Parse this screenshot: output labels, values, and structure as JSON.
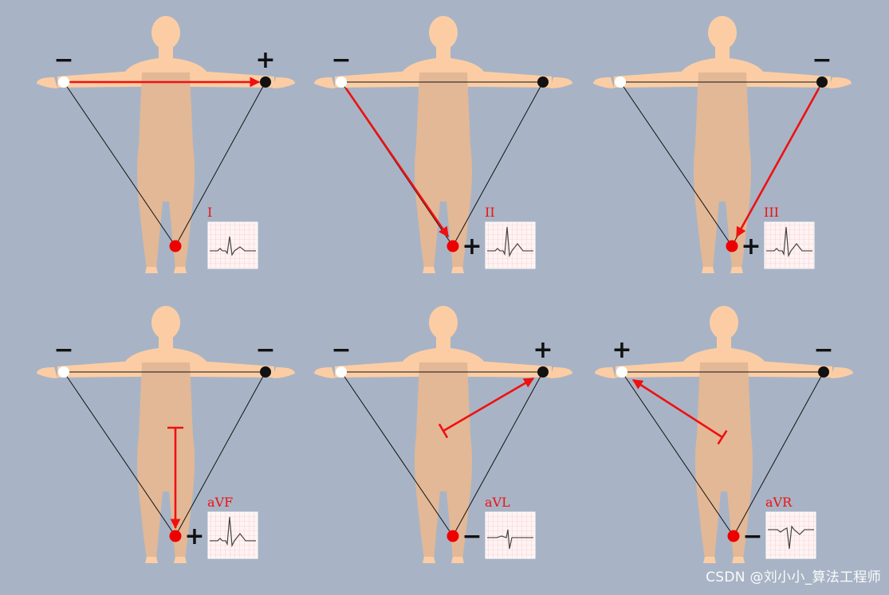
{
  "panels": [
    {
      "lead": "I",
      "left_sign": "−",
      "right_sign": "+",
      "foot_sign": "",
      "vector": "LA_to_RA",
      "ecg": "upright_small"
    },
    {
      "lead": "II",
      "left_sign": "−",
      "right_sign": "",
      "foot_sign": "+",
      "vector": "RA_to_LL",
      "ecg": "upright_tall"
    },
    {
      "lead": "III",
      "left_sign": "",
      "right_sign": "−",
      "foot_sign": "+",
      "vector": "LA_to_LL",
      "ecg": "upright_tall"
    },
    {
      "lead": "aVF",
      "left_sign": "−",
      "right_sign": "−",
      "foot_sign": "+",
      "vector": "center_to_LL",
      "ecg": "upright_tall"
    },
    {
      "lead": "aVL",
      "left_sign": "−",
      "right_sign": "+",
      "foot_sign": "−",
      "vector": "center_to_LA",
      "ecg": "biphasic"
    },
    {
      "lead": "aVR",
      "left_sign": "+",
      "right_sign": "−",
      "foot_sign": "−",
      "vector": "center_to_RA",
      "ecg": "inverted"
    }
  ],
  "colors": {
    "background": "#a8b4c5",
    "skin": "#fccda4",
    "torso": "#e3b896",
    "vector": "#ee1111",
    "label": "#ee1111",
    "sign": "#111111",
    "triangle": "#111111",
    "ecg_grid": "#f2c2c2",
    "ecg_bg": "#fff2f2",
    "ecg_trace": "#444444"
  },
  "watermark": "CSDN @刘小小_算法工程师"
}
